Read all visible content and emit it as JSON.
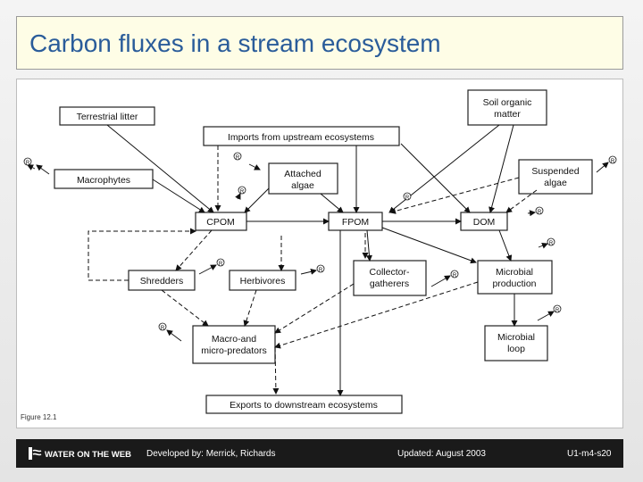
{
  "slide": {
    "title": "Carbon fluxes in a stream ecosystem",
    "figure_caption": "Figure 12.1",
    "footer": {
      "logo_text": "WATER ON THE WEB",
      "developed_by": "Developed by: Merrick, Richards",
      "updated": "Updated: August 2003",
      "slide_id": "U1-m4-s20"
    }
  },
  "diagram": {
    "respiration_symbol": "R",
    "nodes": {
      "terrestrial_litter": "Terrestrial litter",
      "imports": "Imports from upstream ecosystems",
      "soil_om_1": "Soil organic",
      "soil_om_2": "matter",
      "macrophytes": "Macrophytes",
      "attached_algae_1": "Attached",
      "attached_algae_2": "algae",
      "suspended_algae_1": "Suspended",
      "suspended_algae_2": "algae",
      "cpom": "CPOM",
      "fpom": "FPOM",
      "dom": "DOM",
      "shredders": "Shredders",
      "herbivores": "Herbivores",
      "collectors_1": "Collector-",
      "collectors_2": "gatherers",
      "microbial_production_1": "Microbial",
      "microbial_production_2": "production",
      "predators_1": "Macro-and",
      "predators_2": "micro-predators",
      "microbial_loop_1": "Microbial",
      "microbial_loop_2": "loop",
      "exports": "Exports to downstream ecosystems"
    }
  }
}
